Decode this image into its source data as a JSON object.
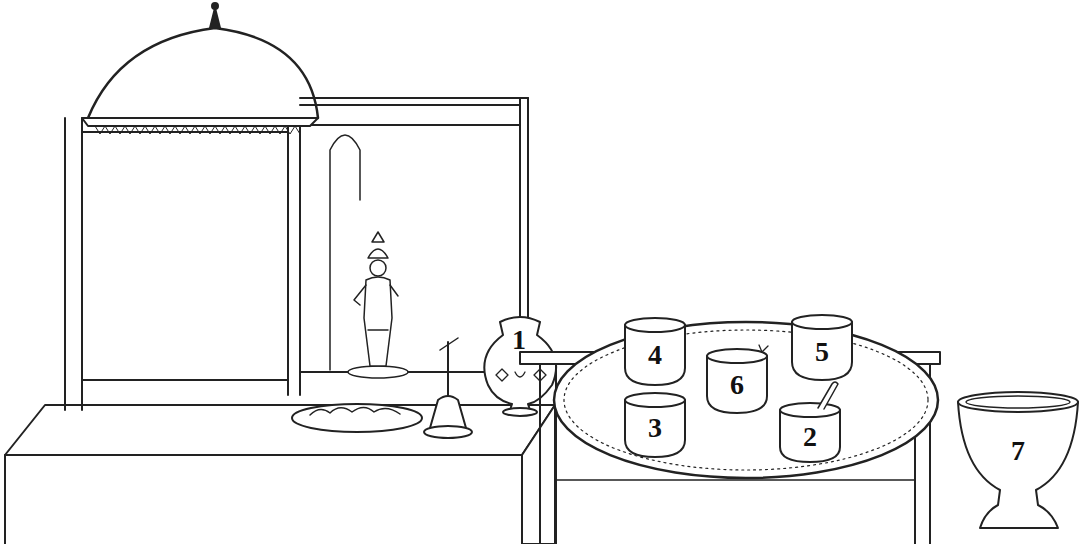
{
  "diagram": {
    "labels": [
      "1",
      "4",
      "5",
      "6",
      "3",
      "2",
      "7"
    ]
  }
}
